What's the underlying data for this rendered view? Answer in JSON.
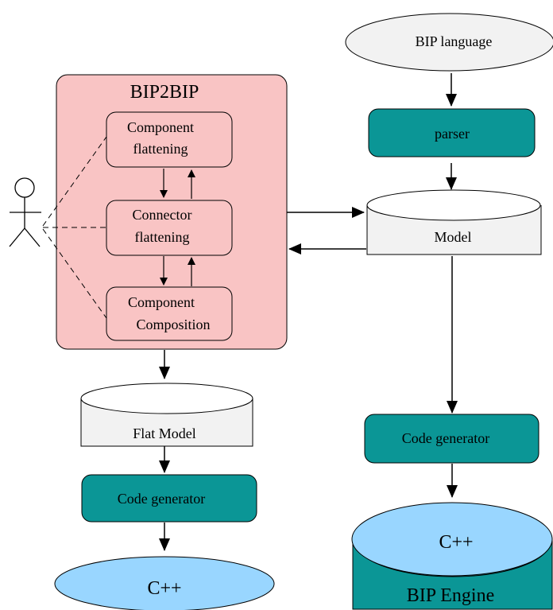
{
  "bip2bip": {
    "title": "BIP2BIP",
    "steps": {
      "component_flattening": [
        "Component",
        "flattening"
      ],
      "connector_flattening": [
        "Connector",
        "flattening"
      ],
      "component_composition": [
        "Component",
        "Composition"
      ]
    }
  },
  "left_flow": {
    "flat_model": "Flat Model",
    "code_generator": "Code generator",
    "output": "C++"
  },
  "right_flow": {
    "bip_language": "BIP language",
    "parser": "parser",
    "model": "Model",
    "code_generator": "Code generator",
    "engine_output": "C++",
    "engine": "BIP Engine"
  },
  "colors": {
    "bip2bip_fill": "#f9c4c4",
    "teal_fill": "#0b9696",
    "light_blue_fill": "#99d6ff",
    "database_fill": "#f2f2f2",
    "ellipse_fill": "#f2f2f2"
  }
}
